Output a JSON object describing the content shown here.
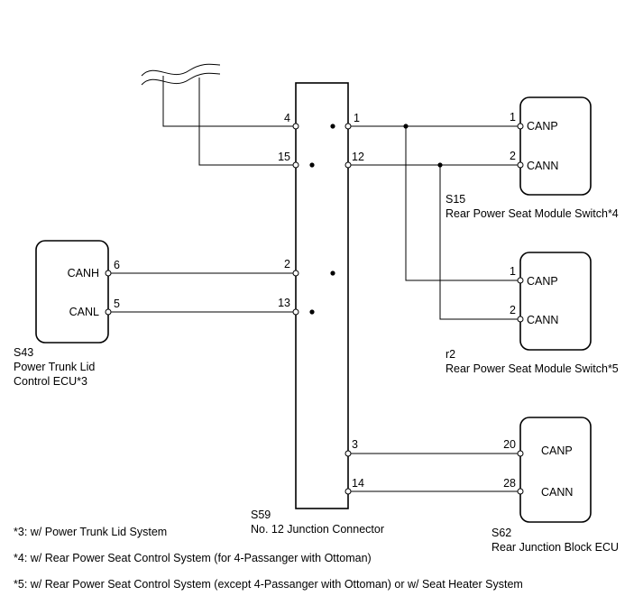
{
  "connector_s59": {
    "code": "S59",
    "name": "No. 12 Junction Connector",
    "pins_left": [
      "4",
      "15",
      "2",
      "13"
    ],
    "pins_right": [
      "1",
      "12",
      "3",
      "14"
    ]
  },
  "ecu_s43": {
    "code": "S43",
    "name_line1": "Power Trunk Lid",
    "name_line2": "Control ECU*3",
    "pins": [
      {
        "num": "6",
        "label": "CANH"
      },
      {
        "num": "5",
        "label": "CANL"
      }
    ]
  },
  "switch_s15": {
    "code": "S15",
    "name": "Rear Power Seat Module Switch*4",
    "pins": [
      {
        "num": "1",
        "label": "CANP"
      },
      {
        "num": "2",
        "label": "CANN"
      }
    ]
  },
  "switch_r2": {
    "code": "r2",
    "name": "Rear Power Seat Module Switch*5",
    "pins": [
      {
        "num": "1",
        "label": "CANP"
      },
      {
        "num": "2",
        "label": "CANN"
      }
    ]
  },
  "ecu_s62": {
    "code": "S62",
    "name": "Rear Junction Block ECU",
    "pins": [
      {
        "num": "20",
        "label": "CANP"
      },
      {
        "num": "28",
        "label": "CANN"
      }
    ]
  },
  "notes": [
    "*3: w/ Power Trunk Lid System",
    "*4: w/ Rear Power Seat Control System (for 4-Passanger with Ottoman)",
    "*5: w/ Rear Power Seat Control System (except 4-Passanger with Ottoman) or w/ Seat Heater System"
  ]
}
